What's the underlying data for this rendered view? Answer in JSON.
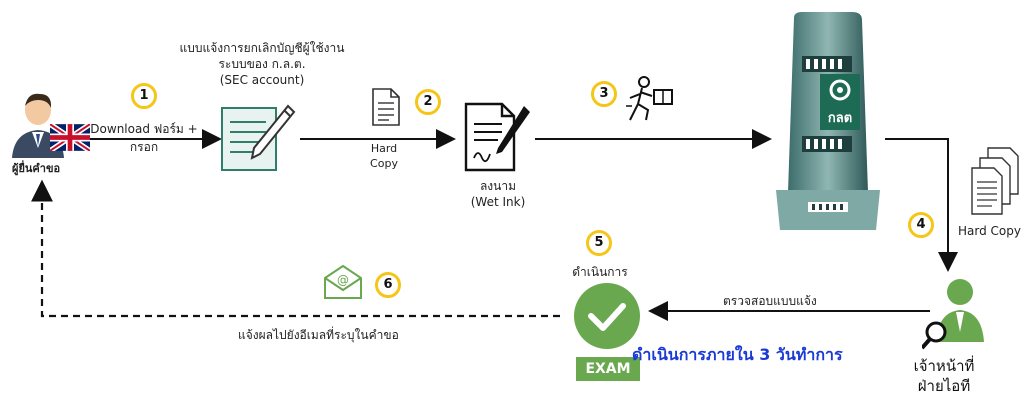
{
  "applicant": {
    "label": "ผู้ยื่นคำขอ"
  },
  "step1": {
    "number": "1",
    "label_line1": "Download ฟอร์ม +",
    "label_line2": "กรอก"
  },
  "form_title": {
    "line1": "แบบแจ้งการยกเลิกบัญชีผู้ใช้งาน",
    "line2": "ระบบของ ก.ล.ต.",
    "line3": "(SEC account)"
  },
  "step2": {
    "number": "2",
    "label_line1": "Hard",
    "label_line2": "Copy"
  },
  "sign": {
    "line1": "ลงนาม",
    "line2": "(Wet Ink)"
  },
  "step3": {
    "number": "3"
  },
  "building": {
    "logo_text": "กลต"
  },
  "step4": {
    "number": "4",
    "label": "Hard Copy"
  },
  "officer": {
    "line1": "เจ้าหน้าที่",
    "line2": "ฝ่ายไอที"
  },
  "verify": {
    "label": "ตรวจสอบแบบแจ้ง"
  },
  "step5": {
    "number": "5",
    "label": "ดำเนินการ"
  },
  "exam": {
    "label": "EXAM"
  },
  "deadline": {
    "label": "ดำเนินการภายใน 3 วันทำการ"
  },
  "step6": {
    "number": "6",
    "label": "แจ้งผลไปยังอีเมลที่ระบุในคำขอ"
  },
  "colors": {
    "accent_yellow": "#f5c518",
    "green": "#6aa84f",
    "blue_text": "#1a3ad6"
  }
}
